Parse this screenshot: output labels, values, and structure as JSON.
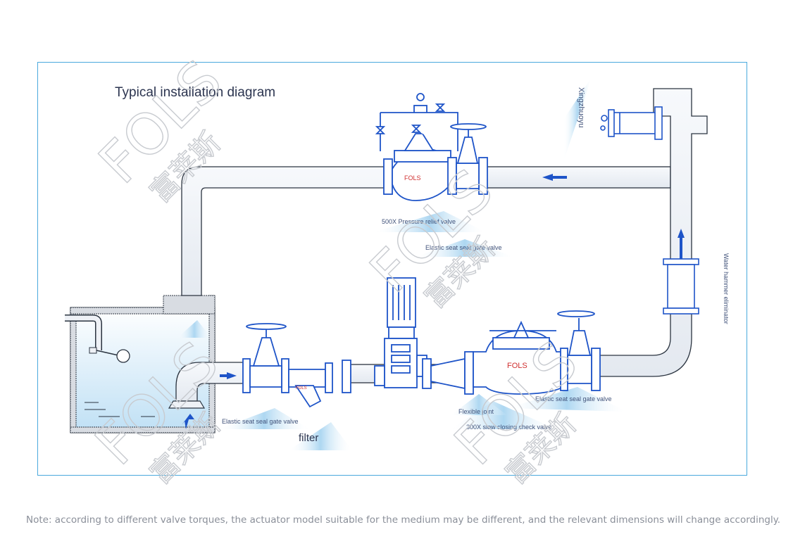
{
  "diagram": {
    "title": "Typical installation diagram",
    "labels": {
      "xingzhuoyu": "Xingzhuoyu",
      "water_hammer": "Water hammer eliminator",
      "pressure_relief": "500X Pressure relief valve",
      "gate_valve_top": "Elastic seat seal gate valve",
      "gate_valve_left": "Elastic seat seal gate valve",
      "filter": "filter",
      "flexible_joint": "Flexible joint",
      "check_valve": "300X slow closing check valve",
      "gate_valve_right": "Elastic seat seal gate valve"
    },
    "valve_brand": "FOLS"
  },
  "watermark": {
    "text": "FOLS",
    "cn": "富莱斯"
  },
  "note": "Note: according to different valve torques, the actuator model suitable for the medium may be different, and the relevant dimensions will change accordingly.",
  "colors": {
    "frame": "#4aa9dd",
    "pipe": "#eef1f6",
    "outline": "#2b3440",
    "valve": "#1e54c8",
    "water": "#bfe0f5"
  }
}
